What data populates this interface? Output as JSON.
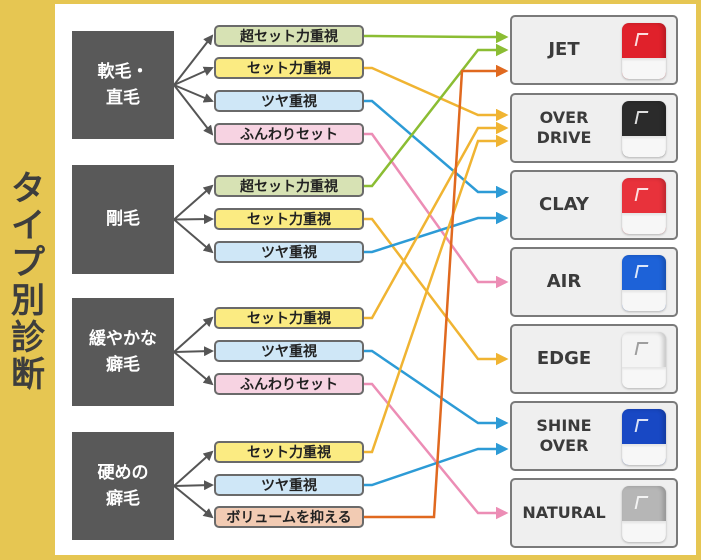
{
  "title_chars": [
    "タ",
    "イ",
    "プ",
    "別",
    "診",
    "断"
  ],
  "categories": [
    {
      "id": "soft",
      "lines": [
        "軟毛・",
        "直毛"
      ]
    },
    {
      "id": "stiff",
      "lines": [
        "剛毛"
      ]
    },
    {
      "id": "gentle",
      "lines": [
        "緩やかな",
        "癖毛"
      ]
    },
    {
      "id": "hard",
      "lines": [
        "硬めの",
        "癖毛"
      ]
    }
  ],
  "options": [
    {
      "text": "超セット力重視",
      "color": "#d7e2b4",
      "group": 0
    },
    {
      "text": "セット力重視",
      "color": "#fbeb82",
      "group": 0
    },
    {
      "text": "ツヤ重視",
      "color": "#cfe7f7",
      "group": 0
    },
    {
      "text": "ふんわりセット",
      "color": "#f7d3e2",
      "group": 0
    },
    {
      "text": "超セット力重視",
      "color": "#d7e2b4",
      "group": 1
    },
    {
      "text": "セット力重視",
      "color": "#fbeb82",
      "group": 1
    },
    {
      "text": "ツヤ重視",
      "color": "#cfe7f7",
      "group": 1
    },
    {
      "text": "セット力重視",
      "color": "#fbeb82",
      "group": 2
    },
    {
      "text": "ツヤ重視",
      "color": "#cfe7f7",
      "group": 2
    },
    {
      "text": "ふんわりセット",
      "color": "#f7d3e2",
      "group": 2
    },
    {
      "text": "セット力重視",
      "color": "#fbeb82",
      "group": 3
    },
    {
      "text": "ツヤ重視",
      "color": "#cfe7f7",
      "group": 3
    },
    {
      "text": "ボリュームを抑える",
      "color": "#f2cbb3",
      "group": 3
    }
  ],
  "products": [
    {
      "lines": [
        "JET"
      ],
      "jar_color": "#e0212b"
    },
    {
      "lines": [
        "OVER",
        "DRIVE"
      ],
      "jar_color": "#2b2b2b"
    },
    {
      "lines": [
        "CLAY"
      ],
      "jar_color": "#e8323b"
    },
    {
      "lines": [
        "AIR"
      ],
      "jar_color": "#1d62d8"
    },
    {
      "lines": [
        "EDGE"
      ],
      "jar_color": "#f4f4f4"
    },
    {
      "lines": [
        "SHINE",
        "OVER"
      ],
      "jar_color": "#1848c4"
    },
    {
      "lines": [
        "NATURAL"
      ],
      "jar_color": "#b6b6b6"
    }
  ],
  "connections": [
    {
      "from": 0,
      "to": 0,
      "color": "#8bbd33"
    },
    {
      "from": 1,
      "to": 1,
      "color": "#f0b432"
    },
    {
      "from": 2,
      "to": 2,
      "color": "#2d9bd6"
    },
    {
      "from": 3,
      "to": 3,
      "color": "#ec8db5"
    },
    {
      "from": 4,
      "to": 0,
      "color": "#8bbd33"
    },
    {
      "from": 5,
      "to": 4,
      "color": "#f0b432"
    },
    {
      "from": 6,
      "to": 2,
      "color": "#2d9bd6"
    },
    {
      "from": 7,
      "to": 1,
      "color": "#f0b432"
    },
    {
      "from": 8,
      "to": 5,
      "color": "#2d9bd6"
    },
    {
      "from": 9,
      "to": 6,
      "color": "#ec8db5"
    },
    {
      "from": 10,
      "to": 1,
      "color": "#f0b432"
    },
    {
      "from": 11,
      "to": 5,
      "color": "#2d9bd6"
    },
    {
      "from": 12,
      "to": 0,
      "color": "#e0691f"
    }
  ],
  "colors": {
    "background": "#e6c652",
    "panel": "#ffffff",
    "category_box": "#595959",
    "connector": "#555555"
  }
}
